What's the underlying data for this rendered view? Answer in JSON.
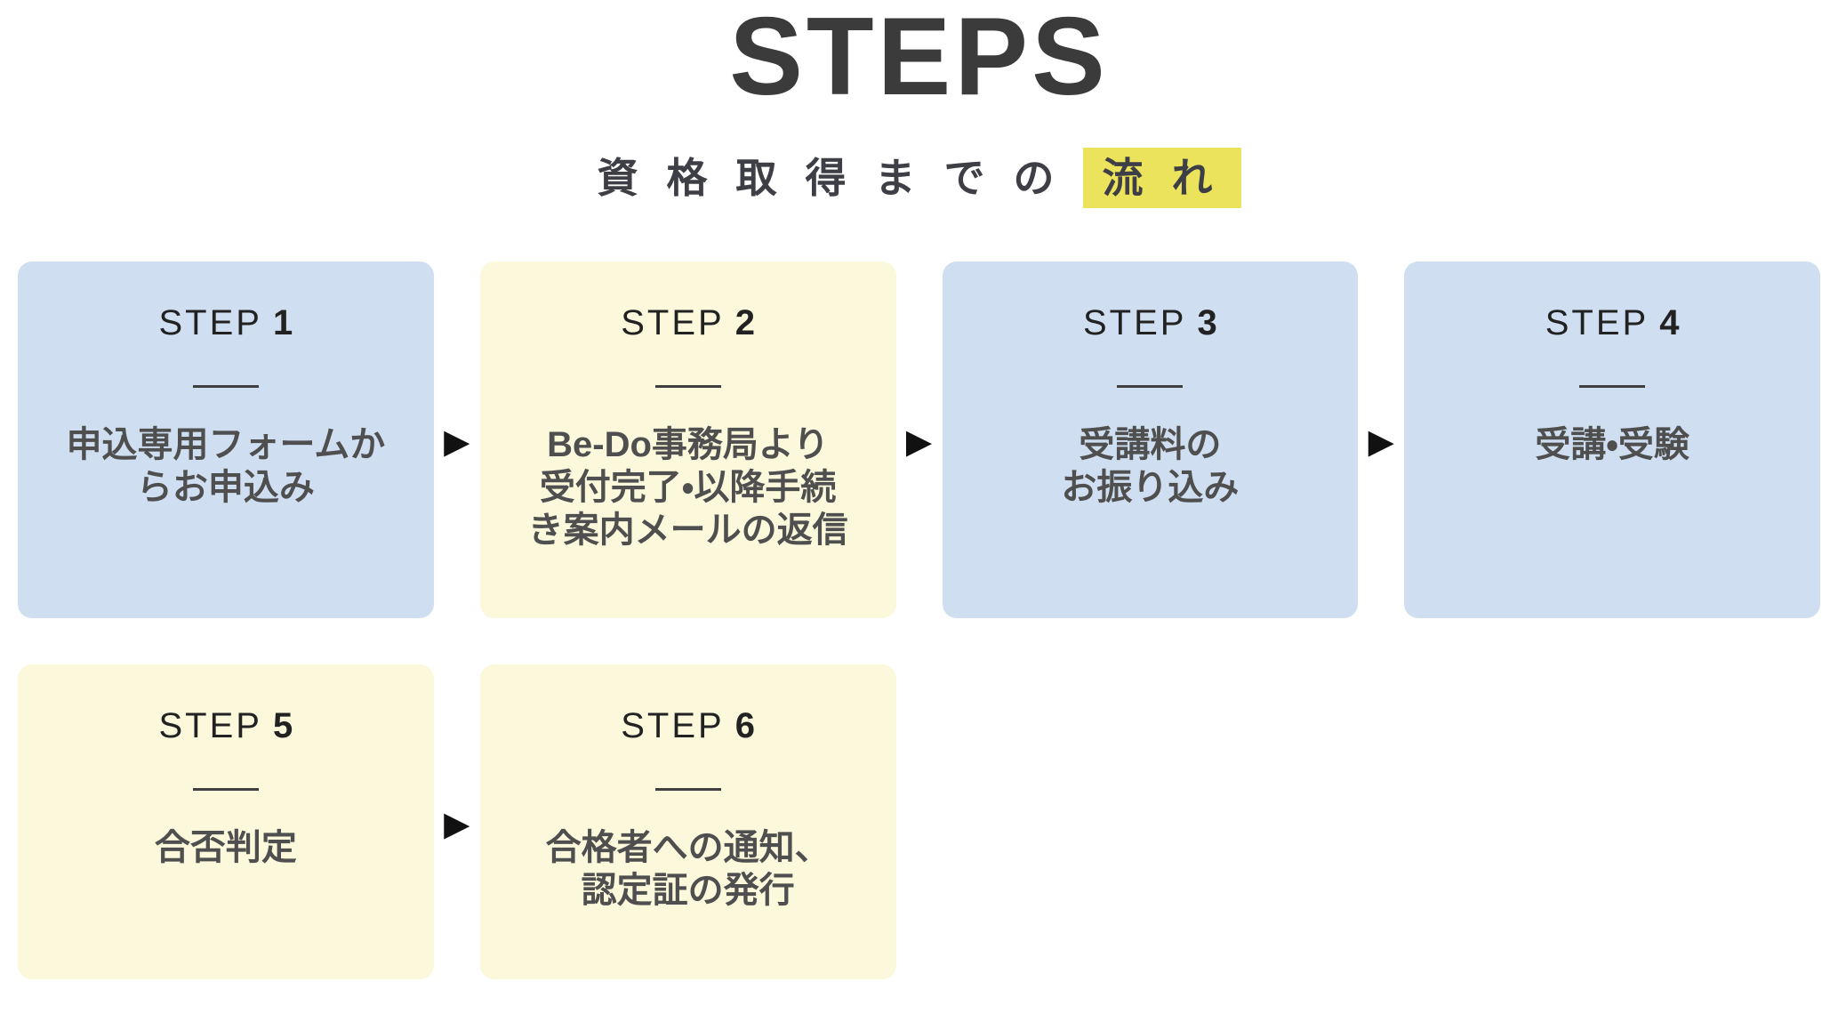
{
  "header": {
    "title": "STEPS",
    "subtitle_prefix": "資格取得までの",
    "subtitle_highlight": "流れ"
  },
  "icons": {
    "arrow_right": "▶"
  },
  "colors": {
    "card_blue": "#cfdff1",
    "card_yellow": "#fbf8dc",
    "highlight_yellow": "#ebe35c",
    "title_text": "#3b3b3b",
    "step_text": "#222222",
    "desc_text": "#4f4f4f",
    "divider": "#3f3f3f",
    "arrow": "#111111",
    "page_bg": "#ffffff"
  },
  "steps": [
    {
      "label": "STEP",
      "number": "1",
      "color": "blue",
      "lines": [
        "申込専用フォームか",
        "らお申込み"
      ]
    },
    {
      "label": "STEP",
      "number": "2",
      "color": "yellow",
      "lines": [
        "Be-Do事務局より",
        "受付完了・以降手続",
        "き案内メールの返信"
      ]
    },
    {
      "label": "STEP",
      "number": "3",
      "color": "blue",
      "lines": [
        "受講料の",
        "お振り込み"
      ]
    },
    {
      "label": "STEP",
      "number": "4",
      "color": "blue",
      "lines": [
        "受講・受験"
      ]
    },
    {
      "label": "STEP",
      "number": "5",
      "color": "yellow",
      "lines": [
        "合否判定"
      ]
    },
    {
      "label": "STEP",
      "number": "6",
      "color": "yellow",
      "lines": [
        "合格者への通知、",
        "認定証の発行"
      ]
    }
  ]
}
